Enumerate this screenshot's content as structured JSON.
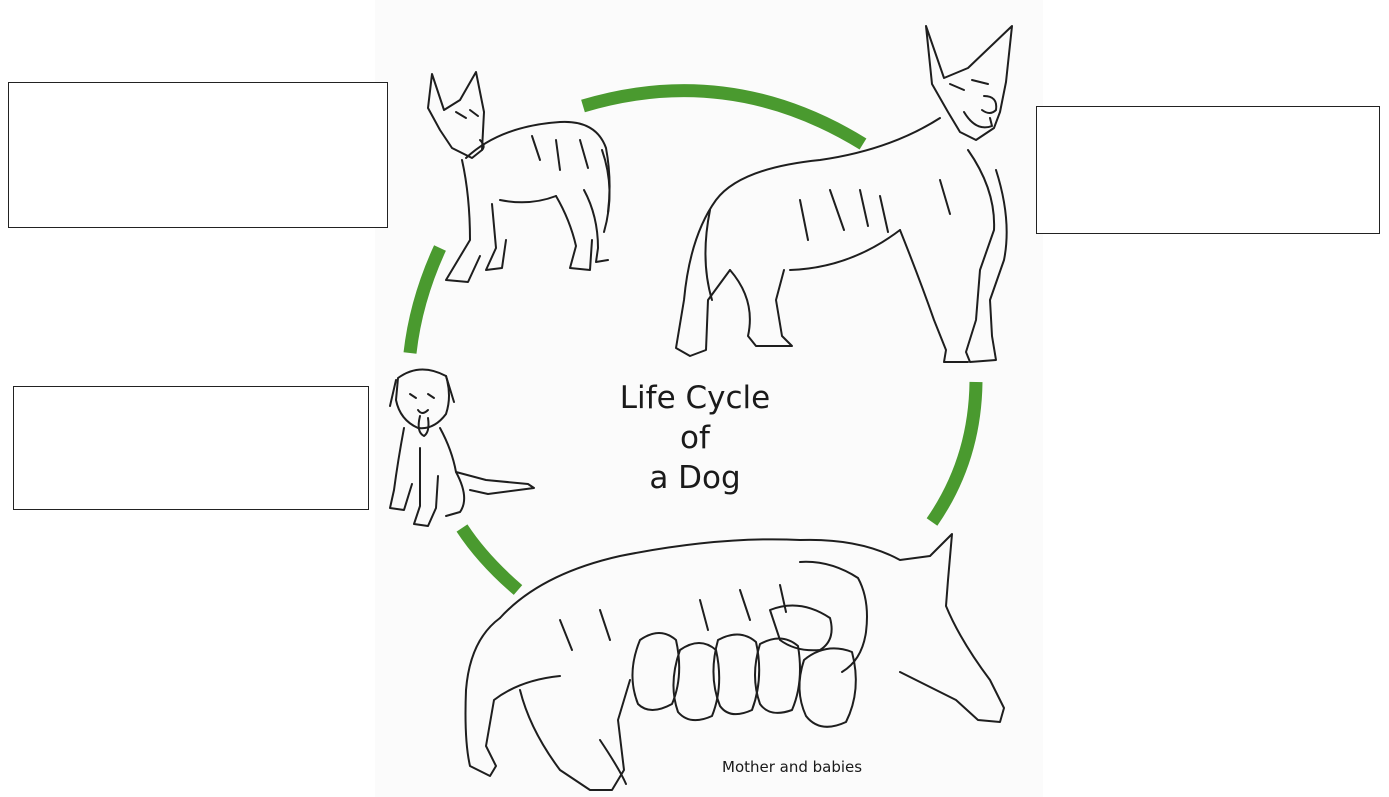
{
  "diagram": {
    "title_lines": [
      "Life Cycle",
      "of",
      "a Dog"
    ],
    "stage_caption": "Mother and babies",
    "arrow_color": "#4a9a2f",
    "label_boxes": [
      {
        "stage": "young-dog",
        "text": ""
      },
      {
        "stage": "adult-dog",
        "text": ""
      },
      {
        "stage": "puppy",
        "text": ""
      }
    ]
  }
}
